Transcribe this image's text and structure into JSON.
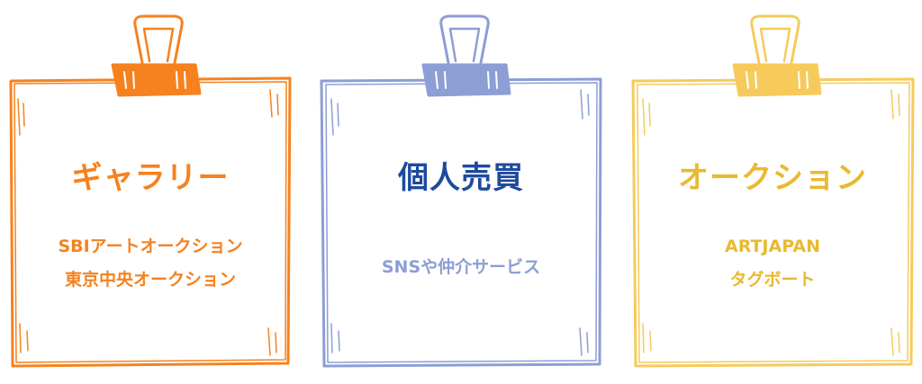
{
  "colors": {
    "orange": "#F5821F",
    "blue": "#8C9ED4",
    "navy": "#1D4A9E",
    "yellow": "#F6CB5C",
    "yellow_text": "#E9B92F"
  },
  "cards": [
    {
      "title": "ギャラリー",
      "lines": [
        "SBIアートオークション",
        "東京中央オークション"
      ]
    },
    {
      "title": "個人売買",
      "lines": [
        "SNSや仲介サービス"
      ]
    },
    {
      "title": "オークション",
      "lines": [
        "ARTJAPAN",
        "タグボート"
      ]
    }
  ]
}
